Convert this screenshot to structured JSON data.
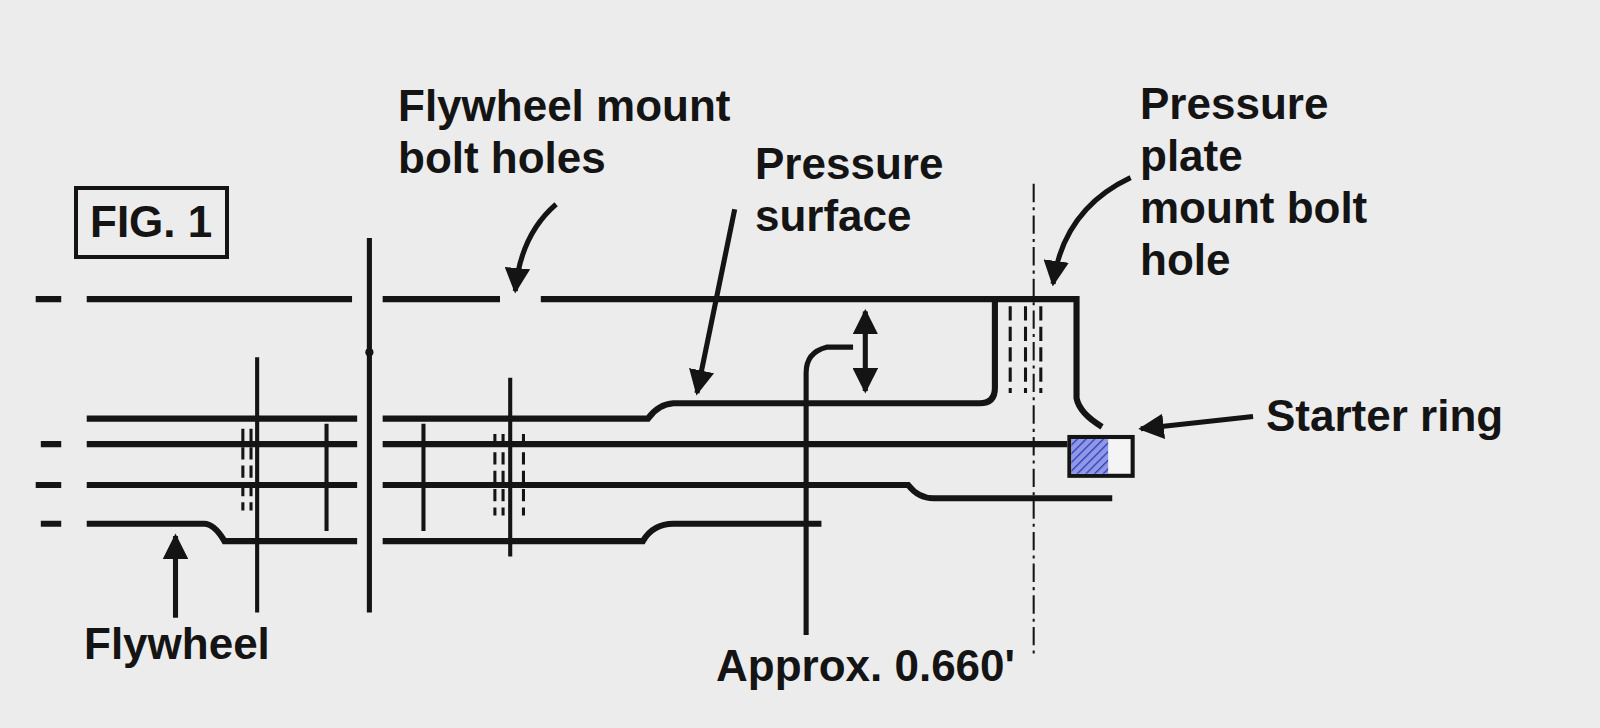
{
  "diagram": {
    "nodes": [
      {
        "text": [
          "FIG. 1"
        ]
      }
    ],
    "labels": [
      "Flywheel mount bolt holes",
      "Pressure surface",
      "Pressure plate mount bolt hole",
      "Starter ring",
      "Flywheel",
      "Approx. 0.660'"
    ]
  }
}
